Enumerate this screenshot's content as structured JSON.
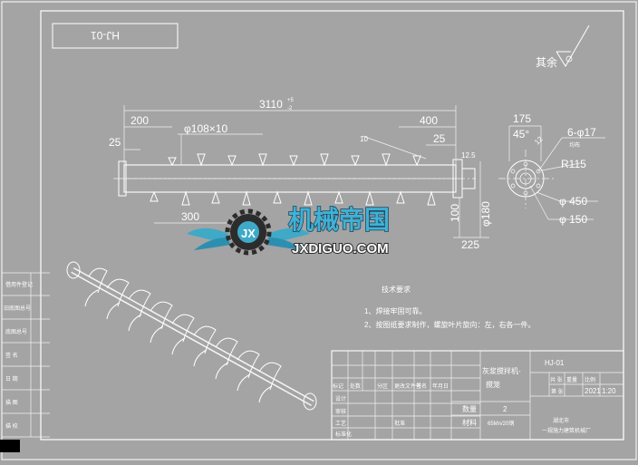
{
  "drawing": {
    "code_mirrored": "HJ-01",
    "roughness_note": "其余",
    "dimensions": {
      "overall_length": "3110",
      "tolerance": "+5\n-2",
      "pipe": "φ108×10",
      "end_left": "200",
      "end_right": "400",
      "d25_left": "25",
      "d25_right": "25",
      "pitch": "300",
      "d12_5": "12.5",
      "d100": "100",
      "d180": "φ180",
      "d225": "225",
      "d175": "175",
      "d45": "45°",
      "d12": "12",
      "holes": "6-φ17",
      "holes_sub": "均布",
      "r115": "R115",
      "d450": "φ 450",
      "d150": "φ 150",
      "d10": "10"
    },
    "tech_requirements": {
      "title": "技术要求",
      "items": [
        "1、焊接牢固可靠。",
        "2、按图纸要求制作，螺旋叶片旋向：左，右各一件。"
      ]
    },
    "title_block": {
      "name": "灰浆搅拌机-\n搅笼",
      "code": "HJ-01",
      "qty_label": "数量",
      "qty": "2",
      "material_label": "材料",
      "material": "65Mn/20钢",
      "company": "湖北市\n一规施力建筑机械厂",
      "scale_label": "比例",
      "scale": "1:20",
      "weight_label": "重量",
      "sheets_label": "共 张",
      "sheet_label": "第 张",
      "row_labels": [
        "设计",
        "审核",
        "工艺",
        "标准化",
        "批准"
      ],
      "rev_headers": [
        "标记",
        "处数",
        "分区",
        "更改文件号",
        "签名",
        "年月日"
      ],
      "year": "2021"
    },
    "left_strip": [
      "借用件登记",
      "旧底图总号",
      "底图总号",
      "签  名",
      "日  期",
      "描  图",
      "描  校"
    ],
    "watermark": {
      "title": "机械帝国",
      "subtitle": "JXDIGUO.COM"
    }
  }
}
